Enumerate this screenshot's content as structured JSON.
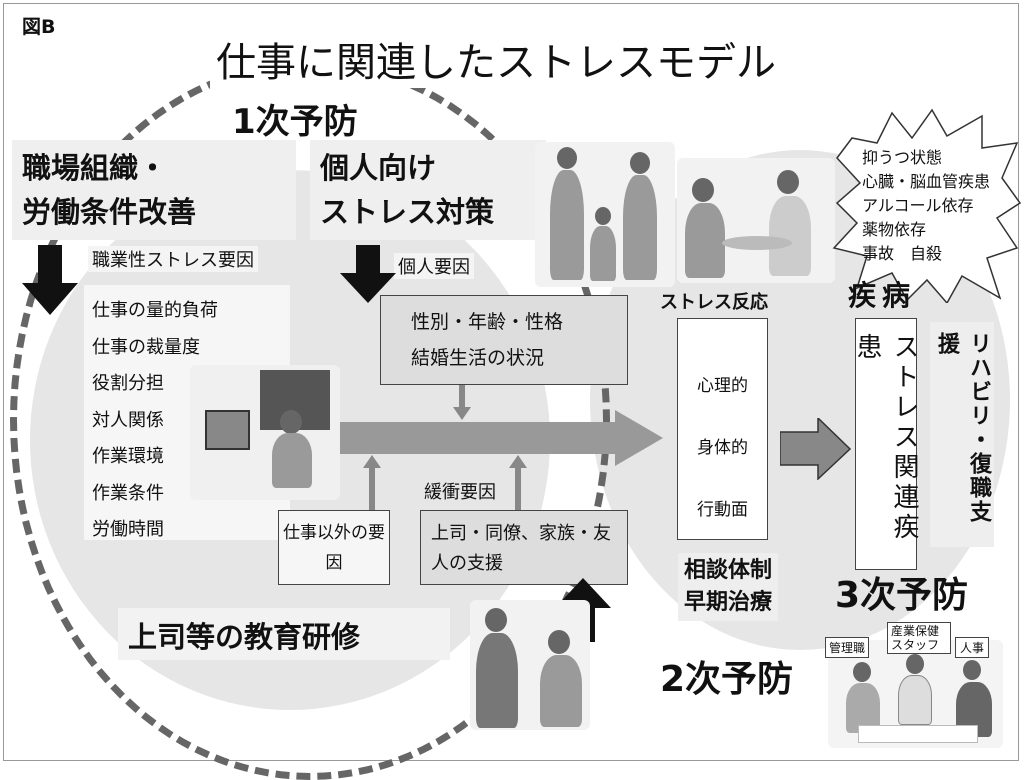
{
  "figure_label": "図B",
  "title": "仕事に関連したストレスモデル",
  "primary_prevention": "1次予防",
  "secondary_prevention": "2次予防",
  "tertiary_prevention": "3次予防",
  "org_box": {
    "line1": "職場組織・",
    "line2": "労働条件改善"
  },
  "occupational_factors": {
    "label": "職業性ストレス要因",
    "items": [
      "仕事の量的負荷",
      "仕事の裁量度",
      "役割分担",
      "対人関係",
      "作業環境",
      "作業条件",
      "労働時間"
    ]
  },
  "individual_box": {
    "line1": "個人向け",
    "line2": "ストレス対策"
  },
  "individual_factors": {
    "label": "個人要因",
    "line1": "性別・年齢・性格",
    "line2": "結婚生活の状況"
  },
  "buffer": {
    "label": "緩衝要因",
    "non_work": "仕事以外の要因",
    "support": "上司・同僚、家族・友人の支援"
  },
  "supervisor_training": "上司等の教育研修",
  "stress_response": {
    "label": "ストレス反応",
    "items": [
      "心理的",
      "身体的",
      "行動面"
    ]
  },
  "consultation": {
    "line1": "相談体制",
    "line2": "早期治療"
  },
  "disease": {
    "label": "疾病",
    "box": "ストレス関連疾患",
    "burst": [
      "抑うつ状態",
      "心臓・脳血管疾患",
      "アルコール依存",
      "薬物依存",
      "事故　自殺"
    ]
  },
  "rehab": "リハビリ・復職支援",
  "team_labels": [
    "管理職",
    "産業保健スタッフ",
    "人事"
  ]
}
